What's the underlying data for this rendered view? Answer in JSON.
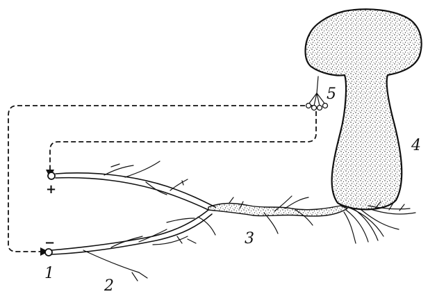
{
  "labels": {
    "l1": "1",
    "l2": "2",
    "l3": "3",
    "l4": "4",
    "l5": "5",
    "plus": "+",
    "minus": "−"
  }
}
